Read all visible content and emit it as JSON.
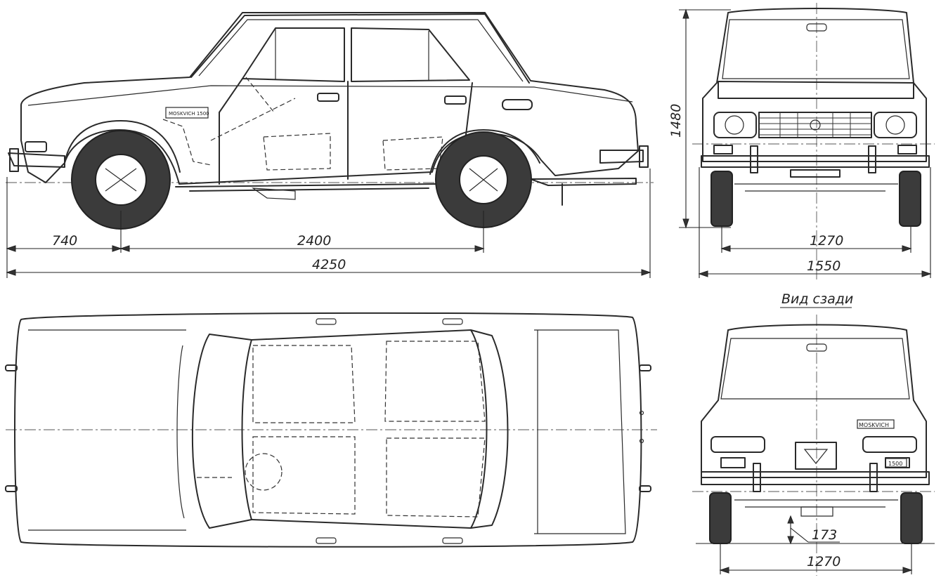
{
  "labels": {
    "rear_view_caption": "Вид сзади",
    "side_badge": "MOSKVICH 1500",
    "rear_badge": "MOSKVICH",
    "rear_plate_badge": "1500"
  },
  "dimensions": {
    "front_overhang": "740",
    "wheelbase": "2400",
    "overall_length": "4250",
    "height": "1480",
    "front_track": "1270",
    "overall_width": "1550",
    "ground_clearance": "173",
    "rear_track": "1270"
  }
}
